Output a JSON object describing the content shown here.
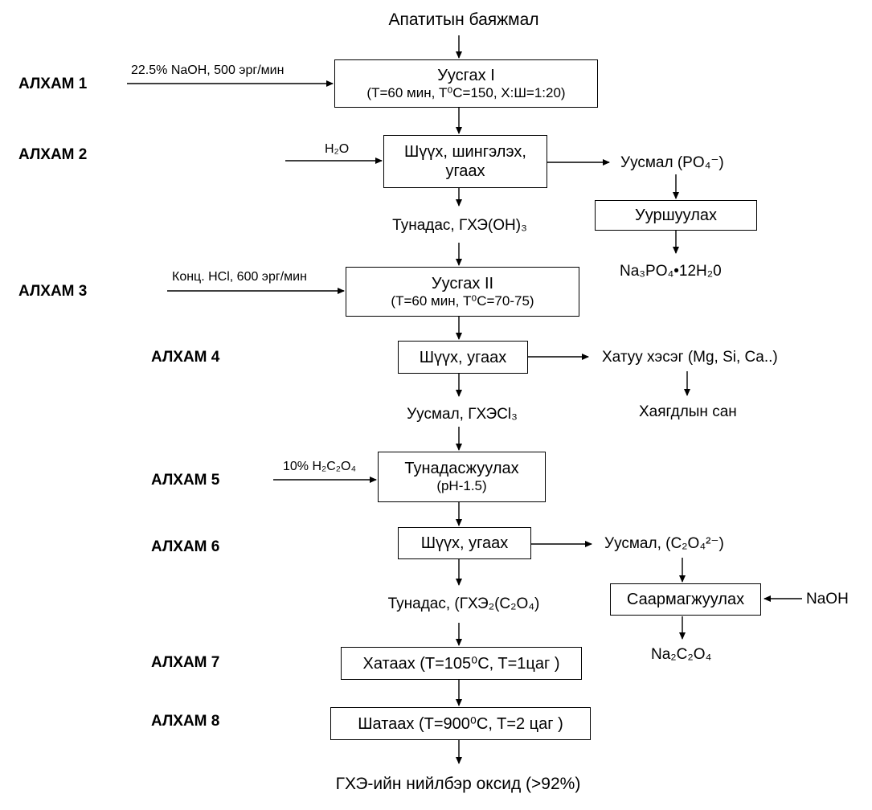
{
  "steps": [
    "АЛХАМ 1",
    "АЛХАМ 2",
    "АЛХАМ 3",
    "АЛХАМ 4",
    "АЛХАМ 5",
    "АЛХАМ 6",
    "АЛХАМ 7",
    "АЛХАМ 8"
  ],
  "start": "Апатитын баяжмал",
  "boxes": {
    "dissolve1": {
      "line1": "Уусгах I",
      "line2": "(T=60 мин, T⁰C=150, Х:Ш=1:20)"
    },
    "filter1": {
      "line1": "Шүүх, шингэлэх,",
      "line2": "угаах"
    },
    "evaporate": {
      "line1": "Ууршуулах"
    },
    "dissolve2": {
      "line1": "Уусгах II",
      "line2": "(T=60 мин, T⁰C=70-75)"
    },
    "filter2": {
      "line1": "Шүүх, угаах"
    },
    "precipitate": {
      "line1": "Тунадасжуулах",
      "line2": "(pH-1.5)"
    },
    "filter3": {
      "line1": "Шүүх, угаах"
    },
    "neutralize": {
      "line1": "Саармагжуулах"
    },
    "dry": {
      "line1": "Хатаах (T=105⁰C, T=1цаг )"
    },
    "calcine": {
      "line1": "Шатаах (T=900⁰C, T=2 цаг )"
    }
  },
  "inputs": {
    "naoh": "22.5% NaOH, 500 эрг/мин",
    "water": "H₂O",
    "hcl": "Конц. HCl, 600 эрг/мин",
    "oxalic": "10% H₂C₂O₄",
    "naoh2": "NaOH"
  },
  "outputs": {
    "solution_po4": "Уусмал (PO₄⁻)",
    "na3po4": "Na₃PO₄•12H₂0",
    "precip_oh": "Тунадас, ГХЭ(OH)₃",
    "solid": "Хатуу хэсэг (Mg, Si, Ca..)",
    "waste": "Хаягдлын сан",
    "solution_cl": "Уусмал, ГХЭCl₃",
    "solution_c2o4": "Уусмал, (C₂O₄²⁻)",
    "precip_oxalate": "Тунадас, (ГХЭ₂(C₂O₄)",
    "na2c2o4": "Na₂C₂O₄",
    "final": "ГХЭ-ийн нийлбэр оксид (>92%)"
  }
}
